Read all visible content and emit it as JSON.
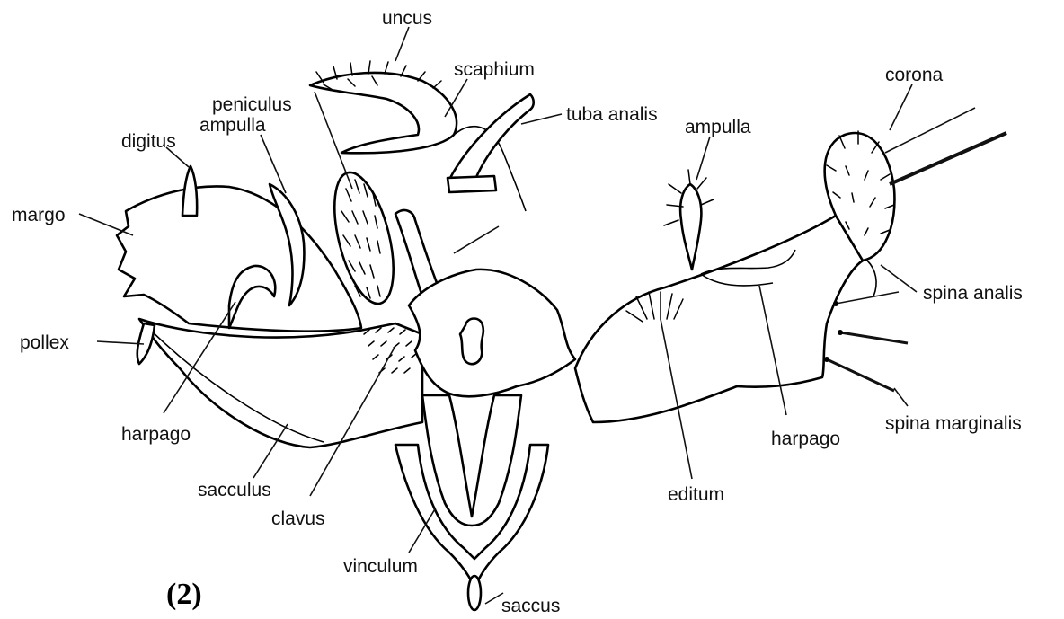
{
  "figure_label": "(2)",
  "labels": {
    "uncus": "uncus",
    "scaphium": "scaphium",
    "peniculus": "peniculus",
    "tuba_analis": "tuba analis",
    "corona": "corona",
    "ampulla_left": "ampulla",
    "ampulla_right": "ampulla",
    "digitus": "digitus",
    "margo": "margo",
    "pollex": "pollex",
    "harpago_left": "harpago",
    "harpago_right": "harpago",
    "sacculus": "sacculus",
    "clavus": "clavus",
    "vinculum": "vinculum",
    "saccus": "saccus",
    "editum": "editum",
    "spina_analis": "spina analis",
    "spina_marginalis": "spina marginalis"
  }
}
